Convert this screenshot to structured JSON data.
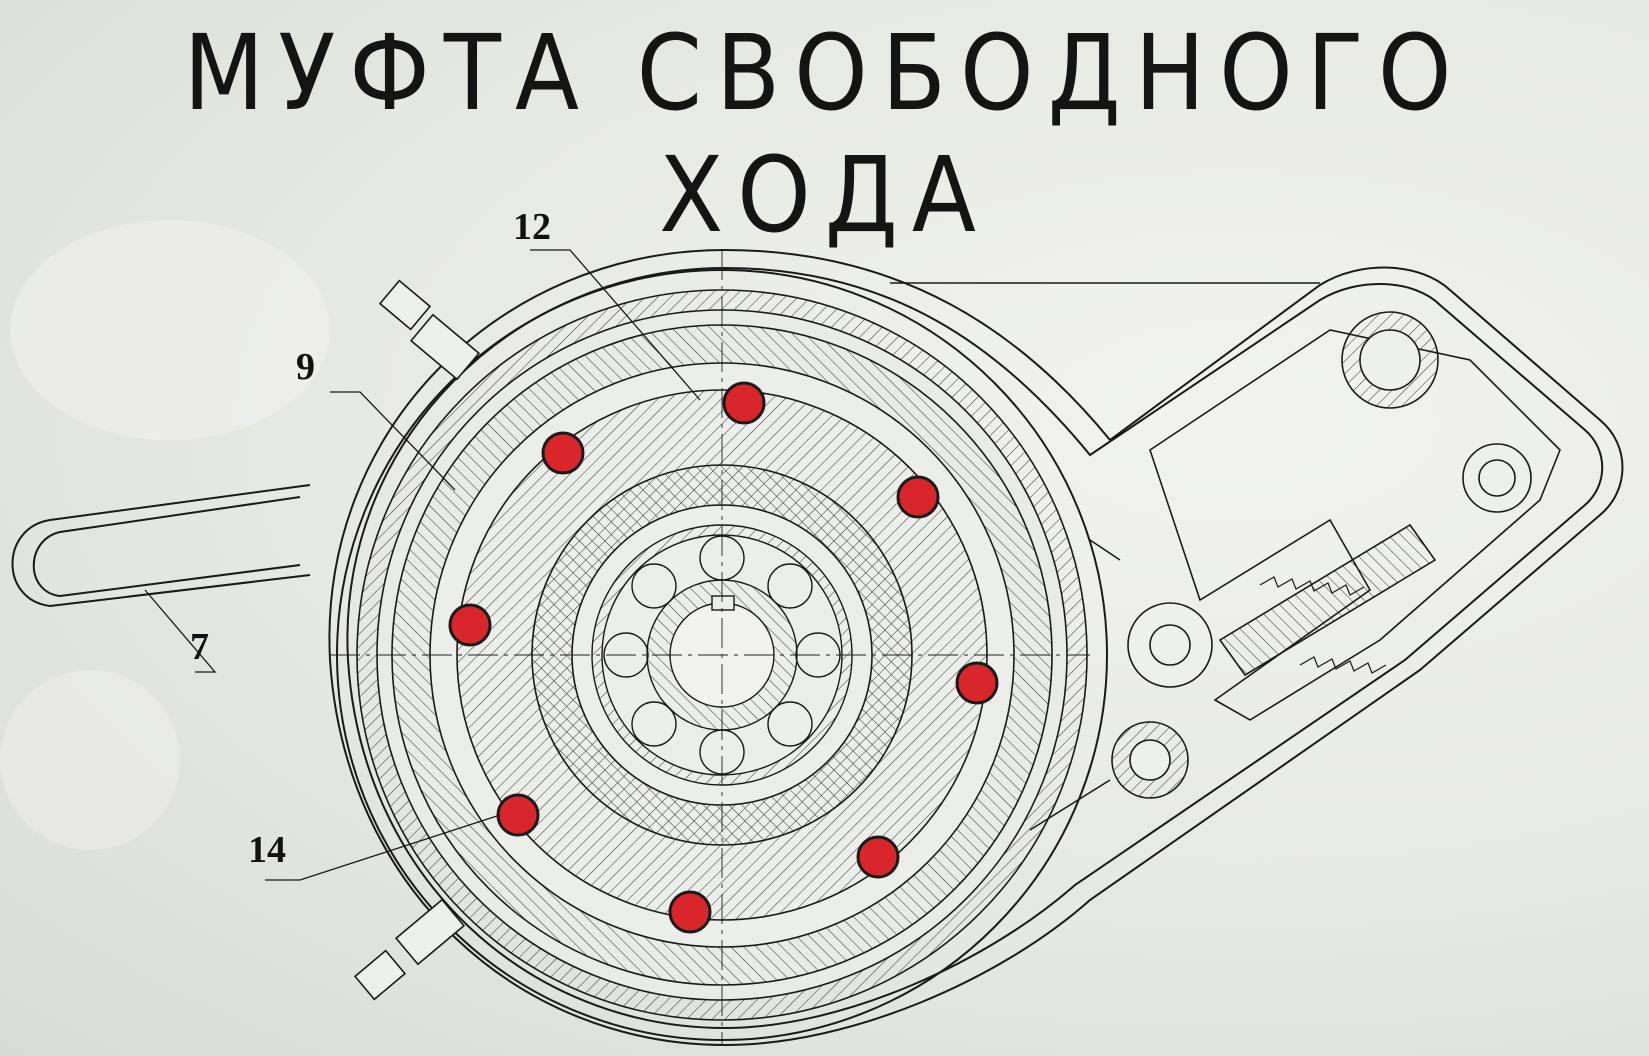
{
  "title": "МУФТА СВОБОДНОГО ХОДА",
  "callouts": [
    {
      "id": "c12",
      "label": "12"
    },
    {
      "id": "c9",
      "label": "9"
    },
    {
      "id": "c7",
      "label": "7"
    },
    {
      "id": "c14",
      "label": "14"
    }
  ],
  "colors": {
    "ink": "#1a1a1a",
    "roller_fill": "#d8262a",
    "paper": "#e6e8e3"
  }
}
